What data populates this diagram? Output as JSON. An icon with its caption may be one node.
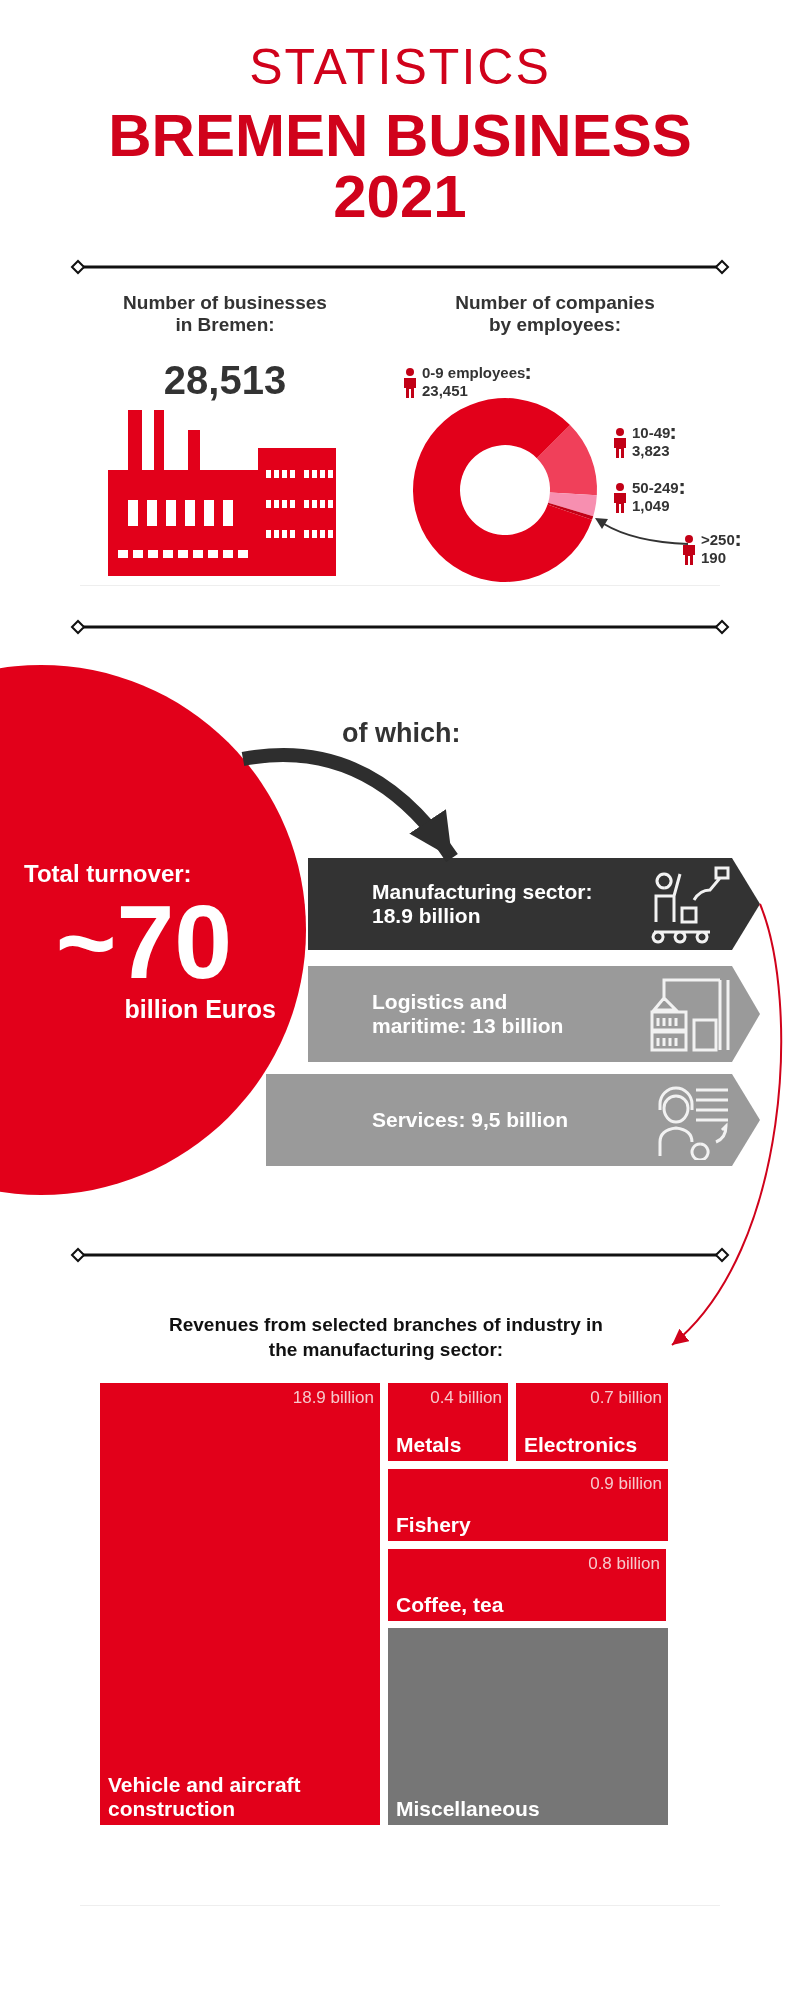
{
  "diagram": {
    "title": "BREMEN BUSINESS 2021",
    "nodes": [
      {
        "text": [
          "Total turnover:",
          "~70",
          "billion Euros"
        ]
      },
      {
        "text": [
          "Manufacturing sector: 18.9 billion"
        ]
      },
      {
        "text": [
          "Logistics and maritime: 13 billion"
        ]
      },
      {
        "text": [
          "Services: 9,5 billion"
        ]
      },
      {
        "text": [
          "Revenues from selected branches of industry in the manufacturing sector:"
        ]
      },
      {
        "text": [
          "18.9 billion",
          "Vehicle and aircraft construction"
        ],
        "in": 4
      },
      {
        "text": [
          "0.4 billion",
          "Metals"
        ],
        "in": 4
      },
      {
        "text": [
          "0.7 billion",
          "Electronics"
        ],
        "in": 4
      },
      {
        "text": [
          "0.9 billion",
          "Fishery"
        ],
        "in": 4
      },
      {
        "text": [
          "0.8 billion",
          "Coffee, tea"
        ],
        "in": 4
      },
      {
        "text": [
          "Miscellaneous"
        ],
        "in": 4
      }
    ],
    "edges": [
      {
        "from": 0,
        "to": 1,
        "arrow": "to",
        "label": "of which:",
        "style": "thick"
      },
      {
        "from": 1,
        "to": 4,
        "arrow": "to",
        "color": "#d0021b"
      }
    ],
    "labels": [
      "STATISTICS",
      "Number of businesses in Bremen:",
      "28,513"
    ],
    "chart_data": {
      "type": "donut",
      "title": "Number of companies by employees:",
      "categories": [
        "0-9 employees",
        "10-49",
        "50-249",
        ">250"
      ],
      "values": [
        23451,
        3823,
        1049,
        190
      ],
      "value_labels": [
        "23,451",
        "3,823",
        "1,049",
        "190"
      ]
    }
  }
}
